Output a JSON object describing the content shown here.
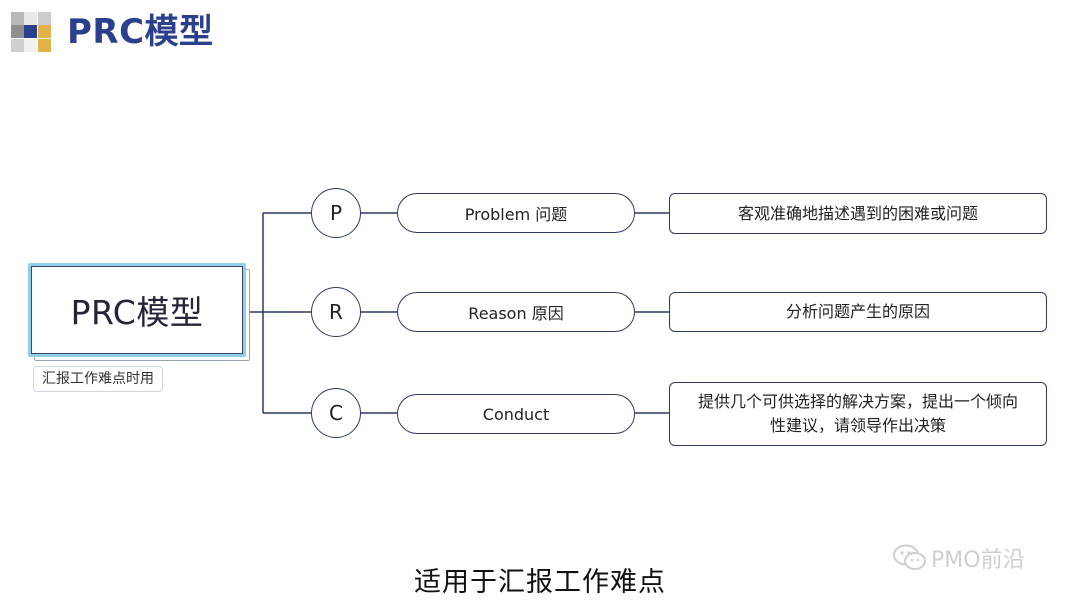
{
  "header": {
    "title": "PRC模型"
  },
  "root": {
    "label": "PRC模型",
    "tag": "汇报工作难点时用"
  },
  "nodes": [
    {
      "letter": "P",
      "label": "Problem 问题",
      "desc_lines": [
        "客观准确地描述遇到的困难或问题"
      ]
    },
    {
      "letter": "R",
      "label": "Reason 原因",
      "desc_lines": [
        "分析问题产生的原因"
      ]
    },
    {
      "letter": "C",
      "label": "Conduct",
      "desc_lines": [
        "提供几个可供选择的解决方案，提出一个倾向",
        "性建议，请领导作出决策"
      ]
    }
  ],
  "watermark": "PMO前沿",
  "subtitle": "适用于汇报工作难点",
  "colors": {
    "title": "#2b3f8f",
    "stroke": "#2f3966",
    "root_highlight": "#8fd0e8",
    "logo_dark": "#2b3f8f",
    "logo_gold": "#e2b24a"
  },
  "icons": {
    "logo": "checker-logo-icon",
    "watermark": "wechat-icon"
  }
}
